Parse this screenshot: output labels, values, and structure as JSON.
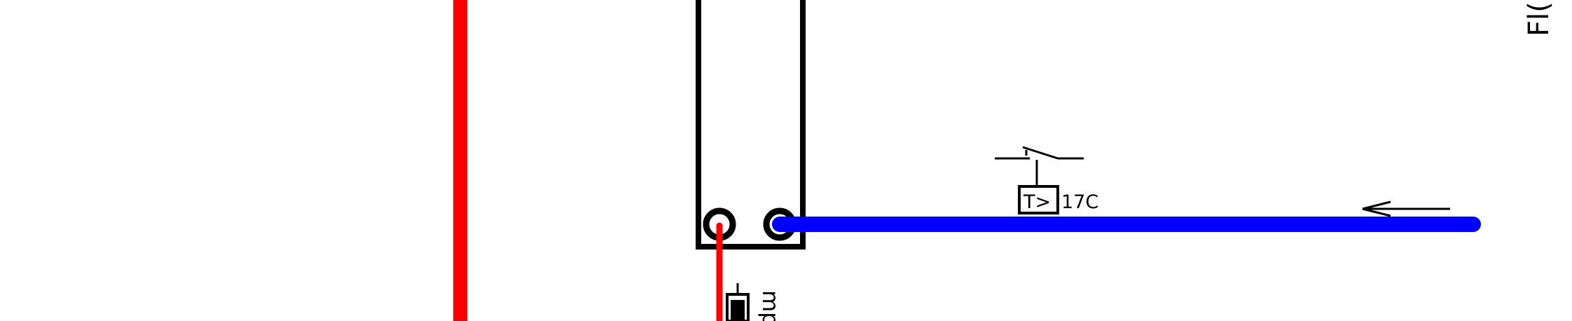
{
  "colors": {
    "background": "#ffffff",
    "supply_pipe": "#ff0000",
    "return_pipe": "#0000ff",
    "linework": "#000000"
  },
  "labels": {
    "thermostat_symbol": "T>",
    "thermostat_setpoint": "17C",
    "pump_label_fragment": "mp",
    "edge_text_fragment": "Fl("
  },
  "icons": {
    "flow_direction": "left-arrow-icon",
    "switch": "switch-contact-icon",
    "pump": "pump-icon"
  }
}
